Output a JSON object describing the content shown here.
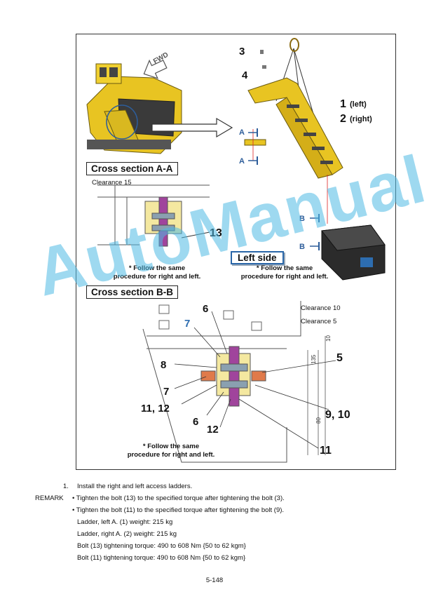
{
  "figure": {
    "fwd_label": "FWD",
    "callouts": {
      "c3": "3",
      "c4": "4",
      "c1": "1",
      "c1_side": "(left)",
      "c2": "2",
      "c2_side": "(right)",
      "a_top": "A",
      "a_bottom": "A",
      "b_top": "B",
      "b_bottom": "B",
      "c13": "13",
      "c6_top": "6",
      "c7_top": "7",
      "c8": "8",
      "c7_mid": "7",
      "c11_12": "11, 12",
      "c6_bot": "6",
      "c12": "12",
      "c5": "5",
      "c9_10": "9, 10",
      "c11": "11"
    },
    "cross_section_aa": "Cross section A-A",
    "cross_section_bb": "Cross section B-B",
    "left_side": "Left side",
    "clearance_15": "Clearance 15",
    "clearance_10": "Clearance 10",
    "clearance_5": "Clearance 5",
    "dim_135": "135",
    "dim_80": "80",
    "dim_10": "10",
    "note_line1": "* Follow the same",
    "note_line2": "procedure for right and left.",
    "note_aa_line1": "* Follow the same",
    "note_aa_line2": "procedure for right and left.",
    "note_left_line1": "* Follow the same",
    "note_left_line2": "procedure for right and left."
  },
  "watermark": "AutoManual",
  "instructions": {
    "step_number": "1.",
    "step_text": "Install the right and left access ladders.",
    "remark_label": "REMARK",
    "bullet1": "• Tighten the bolt (13) to the specified torque after tightening the bolt (3).",
    "bullet2": "• Tighten the bolt (11) to the specified torque after tightening the bolt (9).",
    "line_ladder_left": "Ladder, left A. (1) weight: 215 kg",
    "line_ladder_right": "Ladder, right A. (2) weight: 215 kg",
    "line_bolt13": "Bolt (13) tightening torque: 490 to 608 Nm {50 to 62 kgm}",
    "line_bolt11": "Bolt (11) tightening torque: 490 to 608 Nm {50 to 62 kgm}"
  },
  "page_number": "5-148"
}
